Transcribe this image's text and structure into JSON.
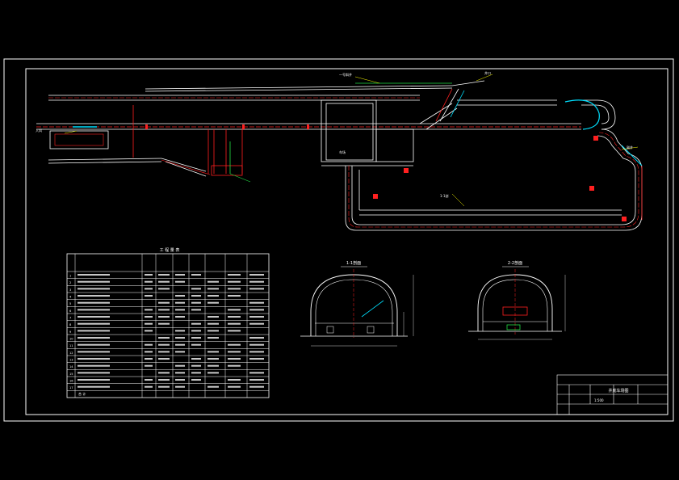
{
  "drawing": {
    "colors": {
      "background": "#000000",
      "frame": "#ffffff",
      "tunnel": "#ffffff",
      "centerline": "#ff2020",
      "marker": "#ff2020",
      "accent_green": "#22dd44",
      "accent_cyan": "#00e0ff",
      "leader_yellow": "#ffff00"
    },
    "plan_labels": {
      "tag_top_mid": "一号斜井",
      "tag_top_right": "井口",
      "tag_right_a": "副井",
      "tag_left": "入风",
      "tag_tunnel": "1-1剖",
      "tag_station": "车场"
    },
    "section_1": {
      "title": "1-1剖面"
    },
    "section_2": {
      "title": "2-2剖面"
    },
    "table": {
      "title": "工 程 量 表",
      "rows": [
        "1",
        "2",
        "3",
        "4",
        "5",
        "6",
        "7",
        "8",
        "9",
        "10",
        "11",
        "12",
        "13",
        "14",
        "15",
        "16",
        "17"
      ],
      "total_label": "合 计"
    },
    "title_block": {
      "drawing_title": "井底车场图",
      "scale": "1:500"
    }
  }
}
